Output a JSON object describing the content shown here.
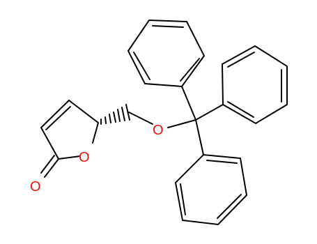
{
  "molecule": {
    "atoms": [
      {
        "label": "O",
        "element": "oxygen",
        "role": "ring-oxygen"
      },
      {
        "label": "O",
        "element": "oxygen",
        "role": "carbonyl-oxygen"
      },
      {
        "label": "O",
        "element": "oxygen",
        "role": "ether-oxygen"
      }
    ],
    "colors": {
      "oxygen": "#ff0d0d",
      "bond": "#000000",
      "background": "#ffffff"
    }
  }
}
